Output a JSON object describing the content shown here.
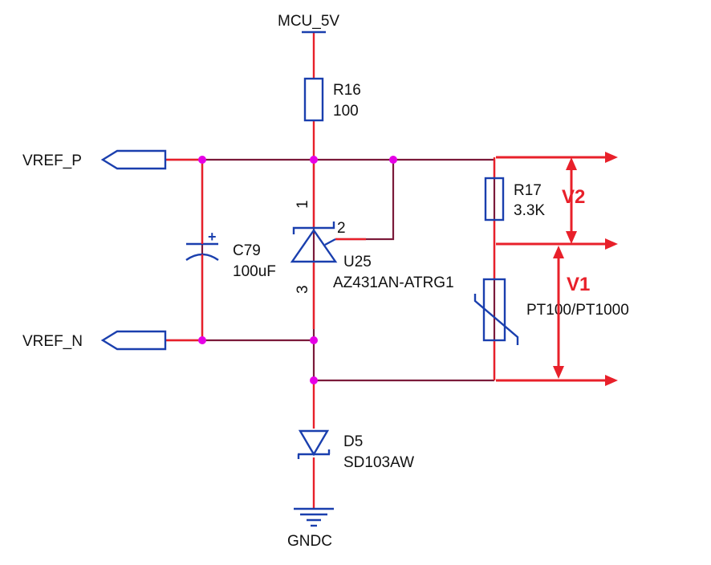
{
  "power": {
    "mcu": "MCU_5V",
    "gnd": "GNDC"
  },
  "ports": {
    "vref_p": "VREF_P",
    "vref_n": "VREF_N"
  },
  "r16": {
    "ref": "R16",
    "value": "100"
  },
  "r17": {
    "ref": "R17",
    "value": "3.3K"
  },
  "c79": {
    "ref": "C79",
    "value": "100uF",
    "polarity": "+"
  },
  "u25": {
    "ref": "U25",
    "part": "AZ431AN-ATRG1",
    "pin1": "1",
    "pin2": "2",
    "pin3": "3"
  },
  "d5": {
    "ref": "D5",
    "part": "SD103AW"
  },
  "rtd": {
    "part": "PT100/PT1000"
  },
  "annotations": {
    "v1": "V1",
    "v2": "V2"
  },
  "colors": {
    "wire": "#7b1a3a",
    "lead": "#e8202a",
    "component": "#1a3fae",
    "junction": "#e600e6",
    "annotation": "#e8202a"
  }
}
